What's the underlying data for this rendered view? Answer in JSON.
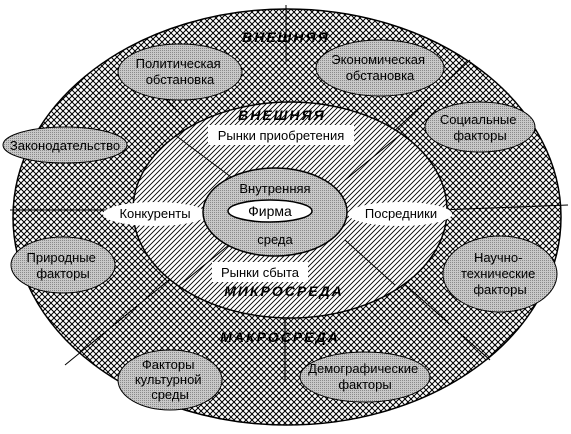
{
  "diagram": {
    "outer_title": "ВНЕШНЯЯ",
    "outer_subtitle": "МАКРОСРЕДА",
    "middle_title": "ВНЕШНЯЯ",
    "middle_subtitle": "МИКРОСРЕДА",
    "inner_title": "Внутренняя",
    "inner_subtitle": "среда",
    "center": "Фирма",
    "micro_factors": {
      "top": "Рынки приобретения",
      "bottom": "Рынки сбыта",
      "left": "Конкуренты",
      "right": "Посредники"
    },
    "macro_factors": {
      "political": [
        "Политическая",
        "обстановка"
      ],
      "economic": [
        "Экономическая",
        "обстановка"
      ],
      "legislation": [
        "Законодательство"
      ],
      "social": [
        "Социальные",
        "факторы"
      ],
      "natural": [
        "Природные",
        "факторы"
      ],
      "scientific": [
        "Научно-",
        "технические",
        "факторы"
      ],
      "cultural": [
        "Факторы",
        "культурной",
        "среды"
      ],
      "demographic": [
        "Демографические",
        "факторы"
      ]
    }
  }
}
